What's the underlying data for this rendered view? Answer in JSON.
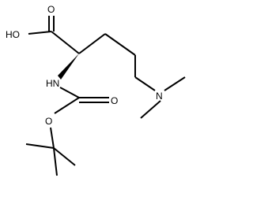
{
  "molecule": {
    "atoms": {
      "hydroxyl": "HO",
      "acid_oxygen": "O",
      "amine": "HN",
      "carbamate_oxygen_double": "O",
      "carbamate_oxygen_ester": "O",
      "dimethylamine_nitrogen": "N"
    }
  }
}
